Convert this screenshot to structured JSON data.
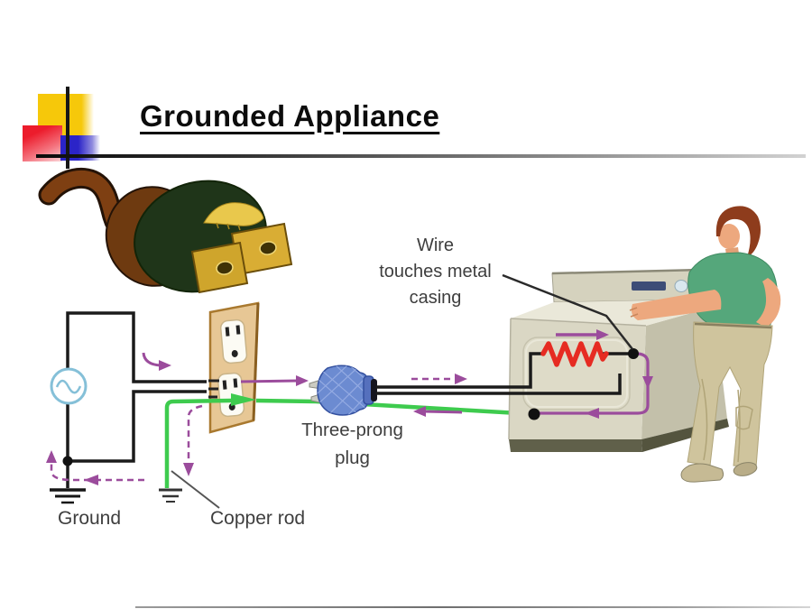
{
  "slide": {
    "title": "Grounded Appliance"
  },
  "labels": {
    "wire_casing_line1": "Wire",
    "wire_casing_line2": "touches metal",
    "wire_casing_line3": "casing",
    "plug_line1": "Three-prong",
    "plug_line2": "plug",
    "ground": "Ground",
    "copper_rod": "Copper rod"
  },
  "colors": {
    "logo_yellow": "#f6c80a",
    "logo_red": "#ec1c2c",
    "logo_blue": "#2b24c8",
    "wire_black": "#1b1b1b",
    "ground_wire_green": "#3ecb4e",
    "current_arrow_purple": "#9b4c9c",
    "resistor_red": "#e62b22",
    "ac_source_blue": "#85c0d8",
    "outlet_plate_tan": "#e7c795",
    "plug_body_blue": "#6c8bd1",
    "appliance_beige": "#dad7c4",
    "shirt_green": "#55a77b",
    "pants_khaki": "#cfc49d"
  }
}
